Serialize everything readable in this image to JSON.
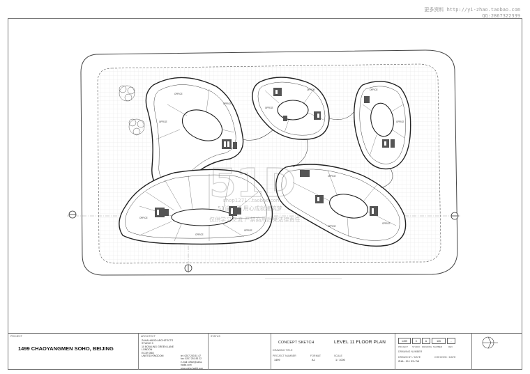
{
  "watermark_top": {
    "line1": "更多资料 http://yi-zhao.taobao.com",
    "line2": "QQ:2867322339"
  },
  "plan": {
    "office_label": "OFFICE",
    "watermark_big": "51D",
    "watermark_line": "shop1271...taobao.com",
    "watermark_cn1": "51设计网  用心成就建筑梦",
    "watermark_cn2": "仅供学习交流  严禁商用后果法律责任"
  },
  "title_block": {
    "project_label": "PROJECT",
    "project_title": "1499 CHAOYANGMEN SOHO, BEIJING",
    "architect_label": "ARCHITECT",
    "architect_lines": [
      "ZAHA HADID ARCHITECTS",
      "STUDIO 9",
      "10 BOWLING GREEN LANE",
      "LONDON",
      "EC1R 0BQ",
      "UNITED KINGDOM"
    ],
    "contact_lines": [
      "tel: 0207 253 51 47",
      "fax: 0207 251 83 22",
      "e-mail: office@zaha-hadid.com",
      "www.zaha-hadid.com"
    ],
    "status_label": "STATUS",
    "concept": "CONCEPT SKETCH",
    "drawing_title": "LEVEL 11 FLOOR PLAN",
    "drawing_title_label": "DRAWING TITLE",
    "project_number_label": "PROJECT NUMBER",
    "project_number": "1499",
    "format_label": "FORMAT",
    "format": "A1",
    "scale_label": "SCALE",
    "scale": "1 / 1000",
    "code_boxes": [
      "1499",
      "C",
      "A",
      "115",
      "-"
    ],
    "code_labels": [
      "PROJECT",
      "STUDIO",
      "DRAWING",
      "NUMBER",
      "REV"
    ],
    "drawn_label": "DRAWN BY / DATE",
    "drawn": "ZHA - 01 / 03 / 08",
    "checked_label": "CHECKED / DATE",
    "drawing_number_label": "DRAWING NUMBER"
  }
}
